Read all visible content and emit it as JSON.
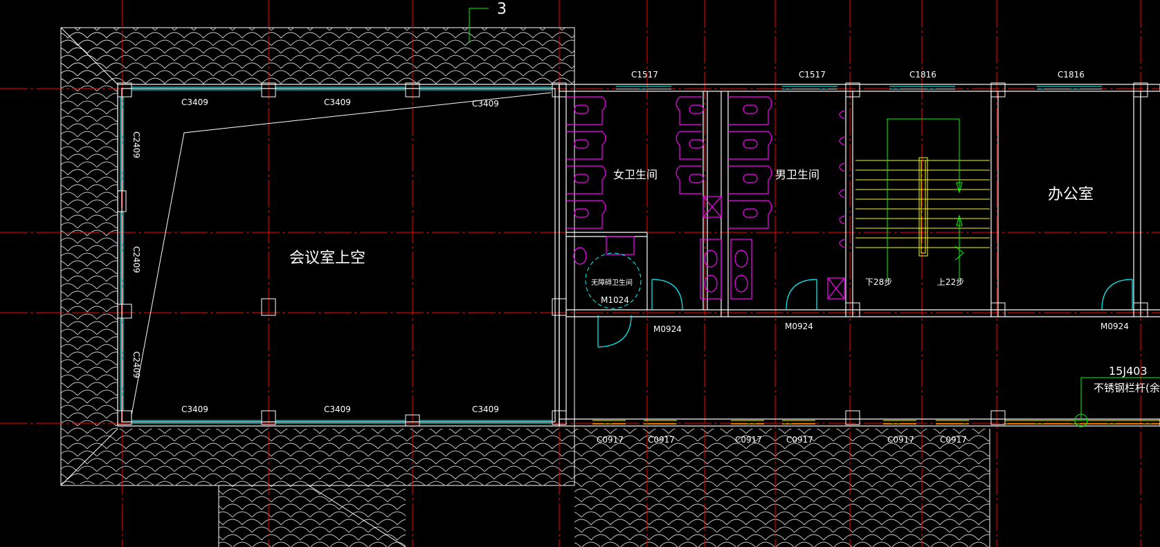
{
  "colors": {
    "background": "#000000",
    "axis": "#ff0000",
    "wall": "#ffffff",
    "window": "#00ffff",
    "fixture": "#ff00ff",
    "stair": "#ffff00",
    "leader": "#00ff00",
    "roof": "#bfbfbf"
  },
  "grid_label": "3",
  "rooms": {
    "meeting": "会议室上空",
    "women_wc": "女卫生间",
    "men_wc": "男卫生间",
    "accessible_wc": "无障碍卫生间",
    "office": "办公室"
  },
  "windows": {
    "c3409": "C3409",
    "c2409": "C2409",
    "c1517": "C1517",
    "c1816": "C1816",
    "c0917": "C0917"
  },
  "doors": {
    "m1024": "M1024",
    "m0924": "M0924"
  },
  "stairs": {
    "down": "下28步",
    "up": "上22步"
  },
  "railing": {
    "ref": "15J403",
    "note": "不锈钢栏杆(余同"
  }
}
